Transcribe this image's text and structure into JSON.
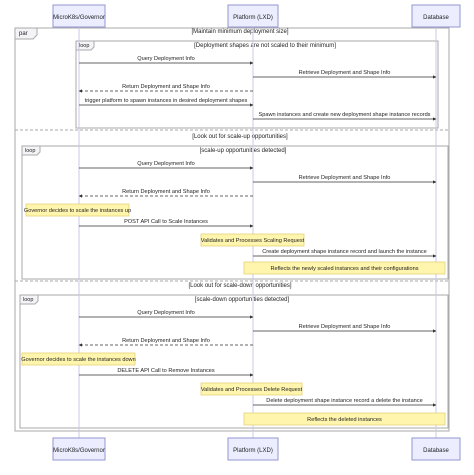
{
  "participants": [
    {
      "id": "p1",
      "name": "MicroK8s/Governor"
    },
    {
      "id": "p2",
      "name": "Platform (LXD)"
    },
    {
      "id": "p3",
      "name": "Database"
    }
  ],
  "colors": {
    "actor_fill": "#eceeff",
    "actor_stroke": "#9395d0",
    "frame_stroke": "#aaaaaa",
    "loop_fill": "#f4f4f8",
    "lifeline": "#c8c8e6",
    "arrow": "#333333",
    "note_fill": "#fff5ad",
    "note_stroke": "#e6d37a"
  },
  "blocks": [
    {
      "kind": "par",
      "label": "par",
      "branches": [
        {
          "condition": "[Maintain minimum deployment size]",
          "loop": {
            "label": "loop",
            "condition": "[Deployment shapes are not scaled to their minimum]",
            "steps": [
              {
                "type": "msg",
                "from": "p1",
                "to": "p2",
                "text": "Query Deployment Info",
                "dashed": false
              },
              {
                "type": "msg",
                "from": "p2",
                "to": "p3",
                "text": "Retrieve Deployment and Shape Info",
                "dashed": false
              },
              {
                "type": "msg",
                "from": "p2",
                "to": "p1",
                "text": "Return Deployment and Shape Info",
                "dashed": true
              },
              {
                "type": "msg",
                "from": "p1",
                "to": "p2",
                "text": "trigger platform to spawn instances in desired deployment shapes",
                "dashed": false
              },
              {
                "type": "msg",
                "from": "p2",
                "to": "p3",
                "text": "Spawn instances and create new deployment shape instance records",
                "dashed": false
              }
            ]
          }
        },
        {
          "condition": "[Look out for scale-up opportunities]",
          "loop": {
            "label": "loop",
            "condition": "[scale-up opportunities detected]",
            "steps": [
              {
                "type": "msg",
                "from": "p1",
                "to": "p2",
                "text": "Query Deployment Info",
                "dashed": false
              },
              {
                "type": "msg",
                "from": "p2",
                "to": "p3",
                "text": "Retrieve Deployment and Shape Info",
                "dashed": false
              },
              {
                "type": "msg",
                "from": "p2",
                "to": "p1",
                "text": "Return Deployment and Shape Info",
                "dashed": true
              },
              {
                "type": "note",
                "over": [
                  "p1"
                ],
                "text": "Governor decides to scale the instances up"
              },
              {
                "type": "msg",
                "from": "p1",
                "to": "p2",
                "text": "POST API Call to Scale Instances",
                "dashed": false
              },
              {
                "type": "note",
                "over": [
                  "p2"
                ],
                "text": "Validates and Processes Scaling Request"
              },
              {
                "type": "msg",
                "from": "p2",
                "to": "p3",
                "text": "Create deployment shape instance record and launch the instance",
                "dashed": false
              },
              {
                "type": "note",
                "over": [
                  "p2",
                  "p3"
                ],
                "text": "Reflects the newly scaled instances and their configurations"
              }
            ]
          }
        },
        {
          "condition": "[Look out for scale-down opportunities]",
          "loop": {
            "label": "loop",
            "condition": "[scale-down opportunities detected]",
            "steps": [
              {
                "type": "msg",
                "from": "p1",
                "to": "p2",
                "text": "Query Deployment Info",
                "dashed": false
              },
              {
                "type": "msg",
                "from": "p2",
                "to": "p3",
                "text": "Retrieve Deployment and Shape Info",
                "dashed": false
              },
              {
                "type": "msg",
                "from": "p2",
                "to": "p1",
                "text": "Return Deployment and Shape Info",
                "dashed": true
              },
              {
                "type": "note",
                "over": [
                  "p1"
                ],
                "text": "Governor decides to scale the instances down"
              },
              {
                "type": "msg",
                "from": "p1",
                "to": "p2",
                "text": "DELETE API Call to Remove Instances",
                "dashed": false
              },
              {
                "type": "note",
                "over": [
                  "p2"
                ],
                "text": "Validates and Processes Delete Request"
              },
              {
                "type": "msg",
                "from": "p2",
                "to": "p3",
                "text": "Delete deployment shape instance record a delete the instance",
                "dashed": false
              },
              {
                "type": "note",
                "over": [
                  "p2",
                  "p3"
                ],
                "text": "Reflects the deleted instances"
              }
            ]
          }
        }
      ]
    }
  ]
}
